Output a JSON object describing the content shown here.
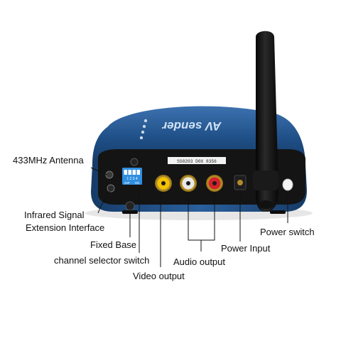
{
  "product": {
    "brand": "AV sender",
    "serial_number": "SS0203 D0X 8356",
    "dip_numbers": "1 2 3 4",
    "dip_on": "ON",
    "dip_prefix": "DIP"
  },
  "callouts": {
    "antenna_433": "433MHz Antenna",
    "infrared_line1": "Infrared Signal",
    "infrared_line2": "Extension Interface",
    "fixed_base": "Fixed Base",
    "channel_selector": "channel selector switch",
    "video_output": "Video output",
    "audio_output": "Audio output",
    "power_input": "Power Input",
    "power_switch": "Power switch"
  },
  "colors": {
    "housing_blue": "#1f4f86",
    "back_panel": "#141414",
    "rca_yellow": "#f2c200",
    "rca_white": "#e8e8e8",
    "rca_red": "#d3232a",
    "dip_blue": "#2f8fe0"
  }
}
